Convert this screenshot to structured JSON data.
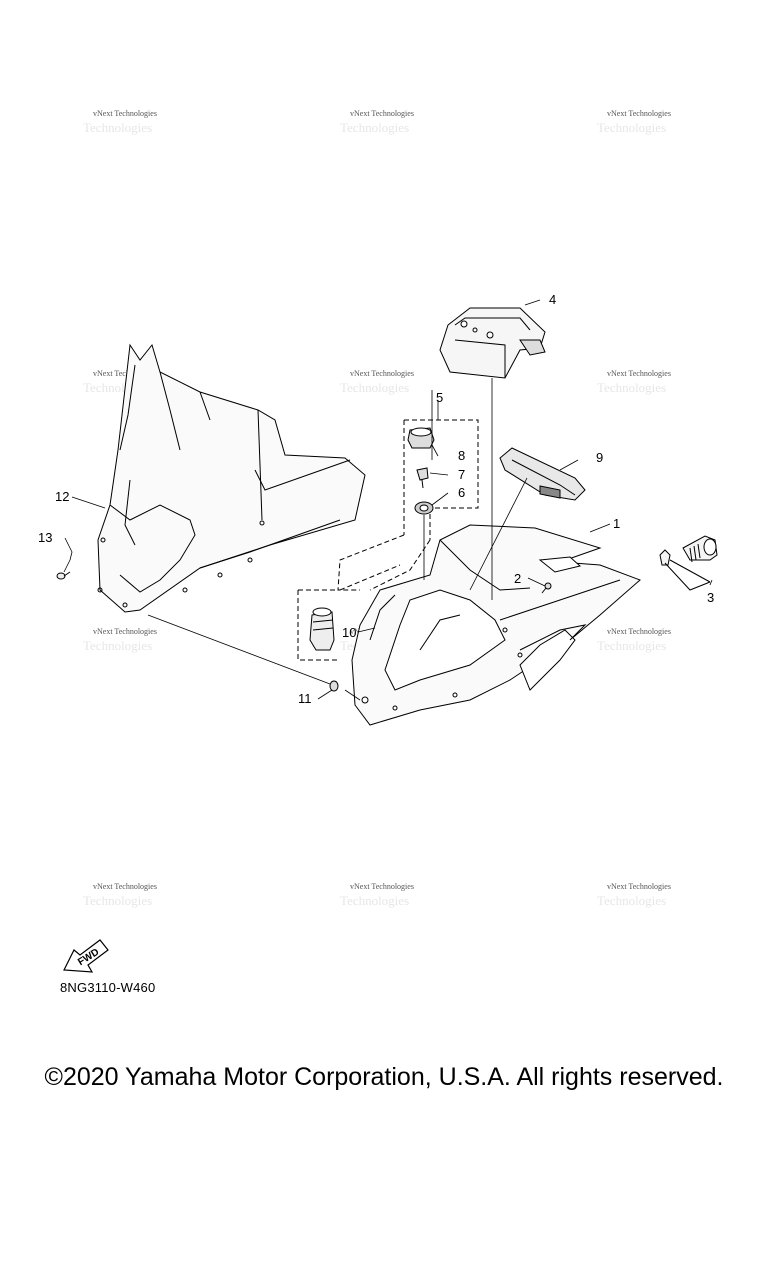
{
  "watermark": {
    "line1": "vNext Technologies",
    "line2": "Technologies"
  },
  "callouts": {
    "c1": "1",
    "c2": "2",
    "c3": "3",
    "c4": "4",
    "c5": "5",
    "c6": "6",
    "c7": "7",
    "c8": "8",
    "c9": "9",
    "c10": "10",
    "c11": "11",
    "c12": "12",
    "c13": "13"
  },
  "fwd_badge": "FWD",
  "part_code": "8NG3110-W460",
  "copyright": "©2020 Yamaha Motor Corporation, U.S.A. All rights reserved."
}
